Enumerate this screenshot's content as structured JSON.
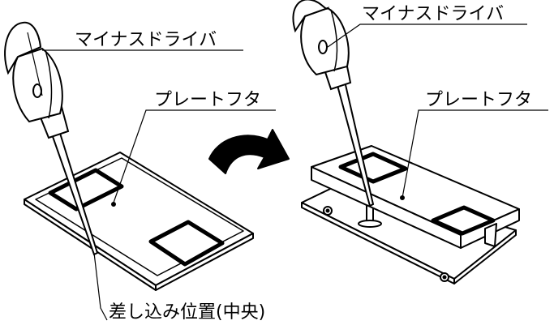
{
  "labels": {
    "left_screwdriver": "マイナスドライバ",
    "left_plate_cover": "プレートフタ",
    "insert_position": "差し込み位置(中央)",
    "right_screwdriver": "マイナスドライバ",
    "right_plate_cover": "プレートフタ"
  },
  "colors": {
    "line": "#000000",
    "background": "#ffffff",
    "shade": "#2a2a2a"
  }
}
